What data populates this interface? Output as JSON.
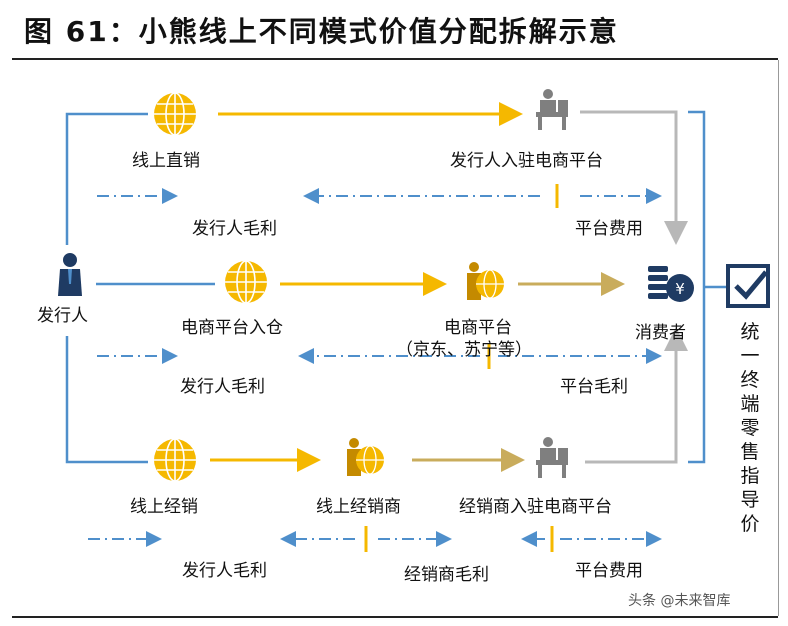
{
  "title": "图 61：小熊线上不同模式价值分配拆解示意",
  "nodes": {
    "issuer": "发行人",
    "online_direct": "线上直销",
    "issuer_platform": "发行人入驻电商平台",
    "ecom_warehouse": "电商平台入仓",
    "ecom_platform": "电商平台",
    "ecom_examples": "（京东、苏宁等）",
    "consumer": "消费者",
    "online_dist": "线上经销",
    "online_distributor": "线上经销商",
    "dist_platform": "经销商入驻电商平台"
  },
  "flows": {
    "issuer_margin_1": "发行人毛利",
    "platform_fee_1": "平台费用",
    "issuer_margin_2": "发行人毛利",
    "platform_margin": "平台毛利",
    "issuer_margin_3": "发行人毛利",
    "distributor_margin": "经销商毛利",
    "platform_fee_2": "平台费用"
  },
  "side_label": "统一终端零售指导价",
  "watermark": "头条 @未来智库",
  "colors": {
    "blue": "#4f8fcb",
    "gold": "#f5b800",
    "gray": "#b8b8b8",
    "navy": "#1f3b63",
    "icon_gray": "#7f7f7f"
  }
}
